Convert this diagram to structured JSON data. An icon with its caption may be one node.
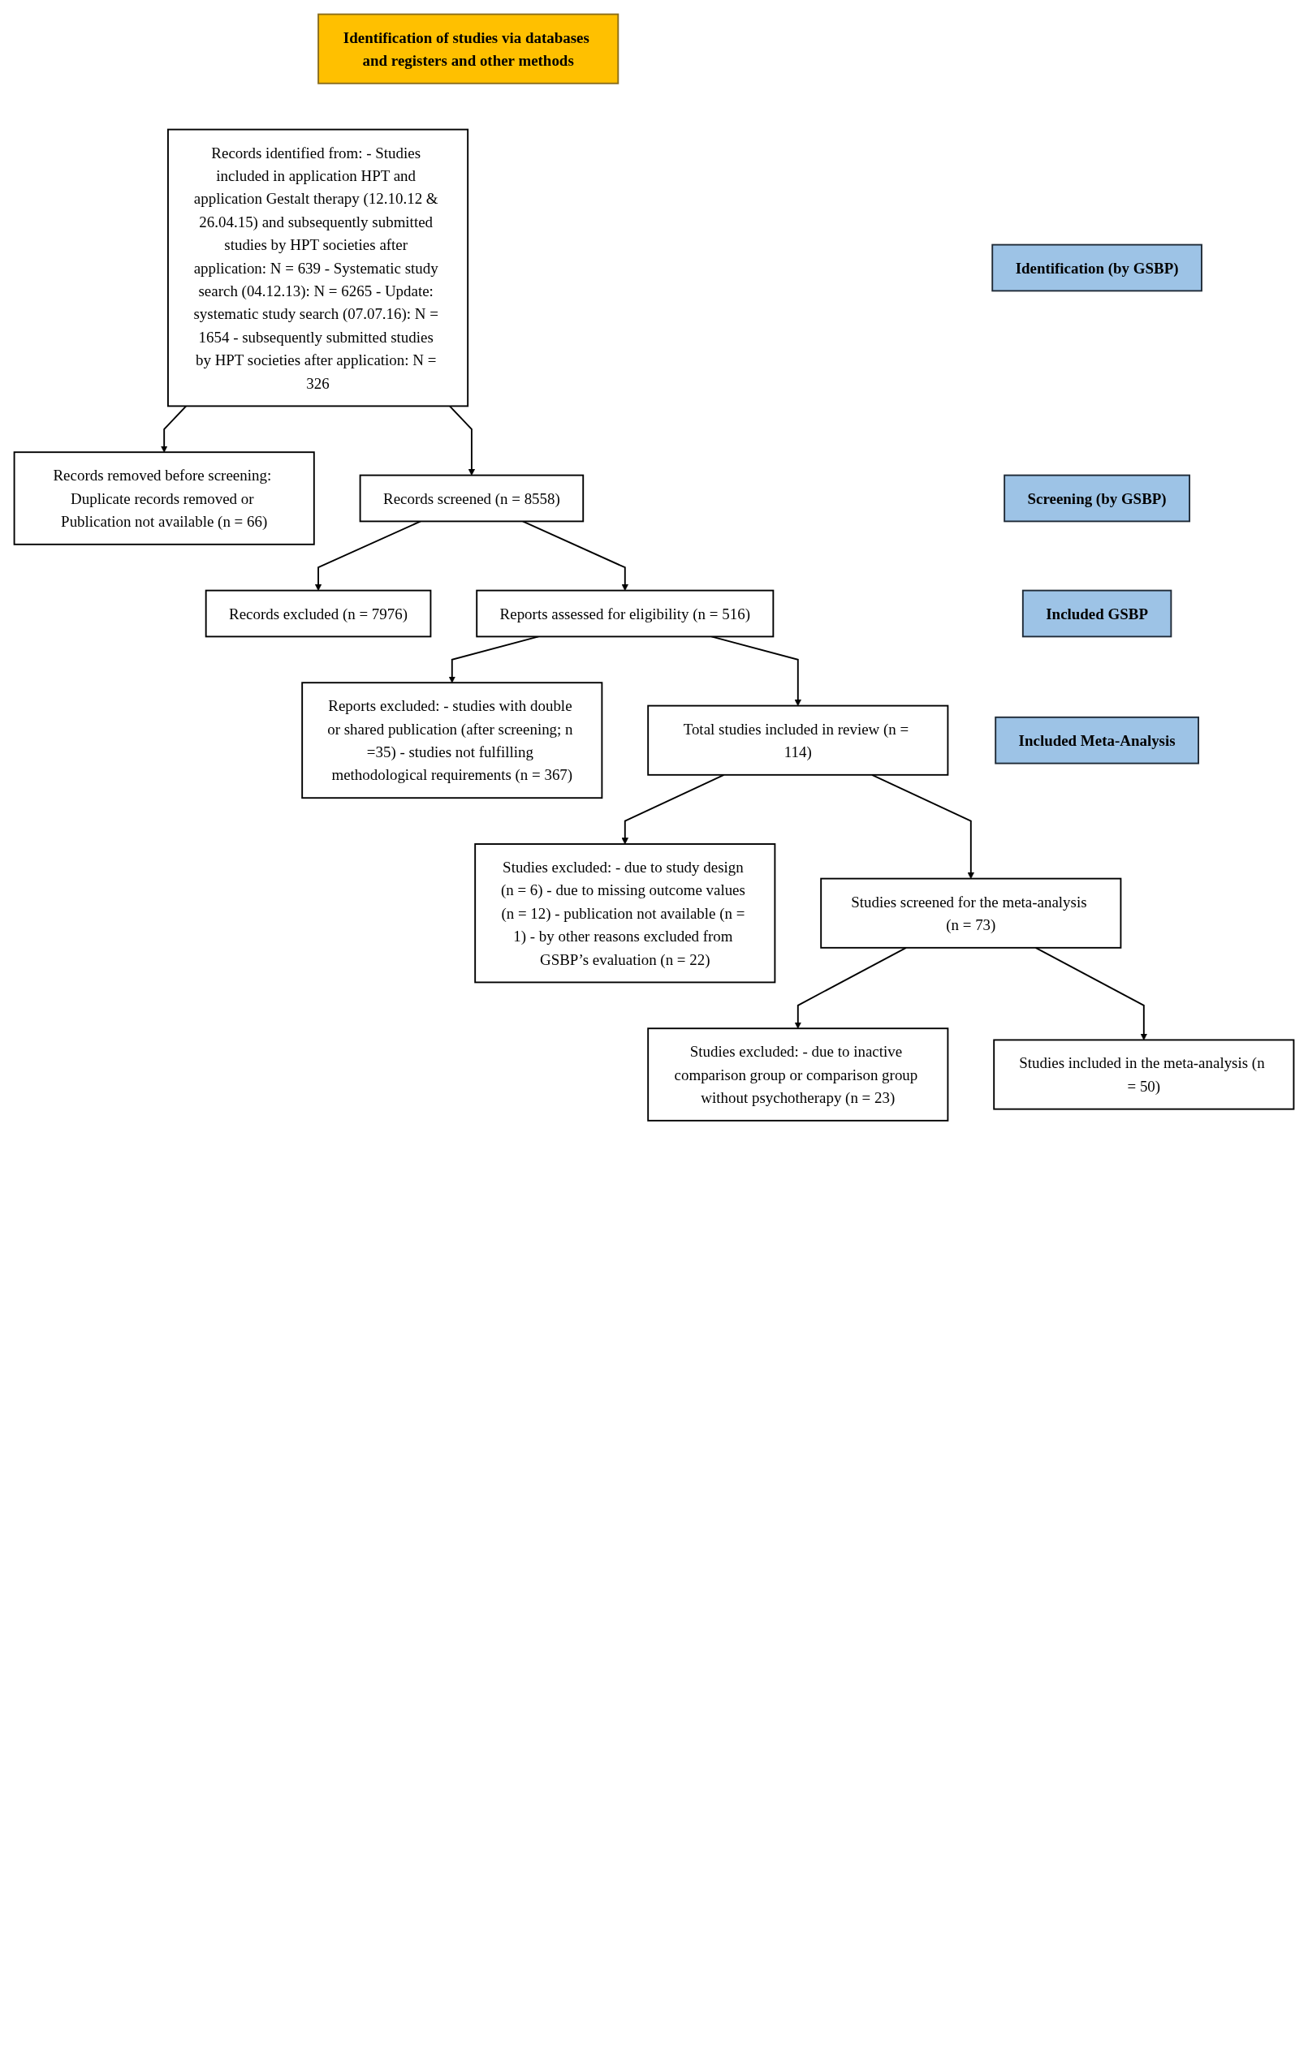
{
  "diagram": {
    "nodes": [
      {
        "text": [
          "Identification of studies via databases and registers and other methods"
        ]
      },
      {
        "text": [
          "Identification (by GSBP)"
        ]
      },
      {
        "text": [
          "Records identified from: - Studies included in application HPT and application Gestalt therapy (12.10.12 & 26.04.15) and subsequently submitted studies by HPT societies after application: N = 639 - Systematic study search (04.12.13): N = 6265 - Update: systematic study search (07.07.16): N = 1654 - subsequently submitted studies by HPT societies after application: N = 326"
        ]
      },
      {
        "text": [
          "Records removed before screening: Duplicate records removed or Publication not available (n = 66)"
        ]
      },
      {
        "text": [
          "Screening (by GSBP)"
        ]
      },
      {
        "text": [
          "Records screened (n = 8558)"
        ]
      },
      {
        "text": [
          "Records excluded (n = 7976)"
        ]
      },
      {
        "text": [
          "Reports assessed for eligibility (n = 516)"
        ]
      },
      {
        "text": [
          "Reports excluded: - studies with double or shared publication (after screening; n =35) - studies not fulfilling methodological requirements (n = 367)"
        ]
      },
      {
        "text": [
          "Included GSBP"
        ]
      },
      {
        "text": [
          "Total studies included in review (n = 114)"
        ]
      },
      {
        "text": [
          "Studies excluded: - due to study design (n = 6) - due to missing outcome values (n = 12) - publication not available (n = 1) - by other reasons excluded from GSBP’s evaluation (n = 22)"
        ]
      },
      {
        "text": [
          "Included Meta-Analysis"
        ]
      },
      {
        "text": [
          "Studies screened for the meta-analysis (n = 73)"
        ]
      },
      {
        "text": [
          "Studies excluded: - due to inactive comparison group or comparison group without psychotherapy (n = 23)"
        ]
      },
      {
        "text": [
          "Studies included in the meta-analysis (n = 50)"
        ]
      }
    ],
    "edges": [
      {
        "from": 2,
        "to": 3,
        "arrow": "to"
      },
      {
        "from": 2,
        "to": 5,
        "arrow": "to"
      },
      {
        "from": 5,
        "to": 6,
        "arrow": "to"
      },
      {
        "from": 5,
        "to": 7,
        "arrow": "to"
      },
      {
        "from": 7,
        "to": 8,
        "arrow": "to"
      },
      {
        "from": 7,
        "to": 10,
        "arrow": "to"
      },
      {
        "from": 10,
        "to": 11,
        "arrow": "to"
      },
      {
        "from": 10,
        "to": 13,
        "arrow": "to"
      },
      {
        "from": 13,
        "to": 14,
        "arrow": "to"
      },
      {
        "from": 13,
        "to": 15,
        "arrow": "to"
      }
    ]
  }
}
